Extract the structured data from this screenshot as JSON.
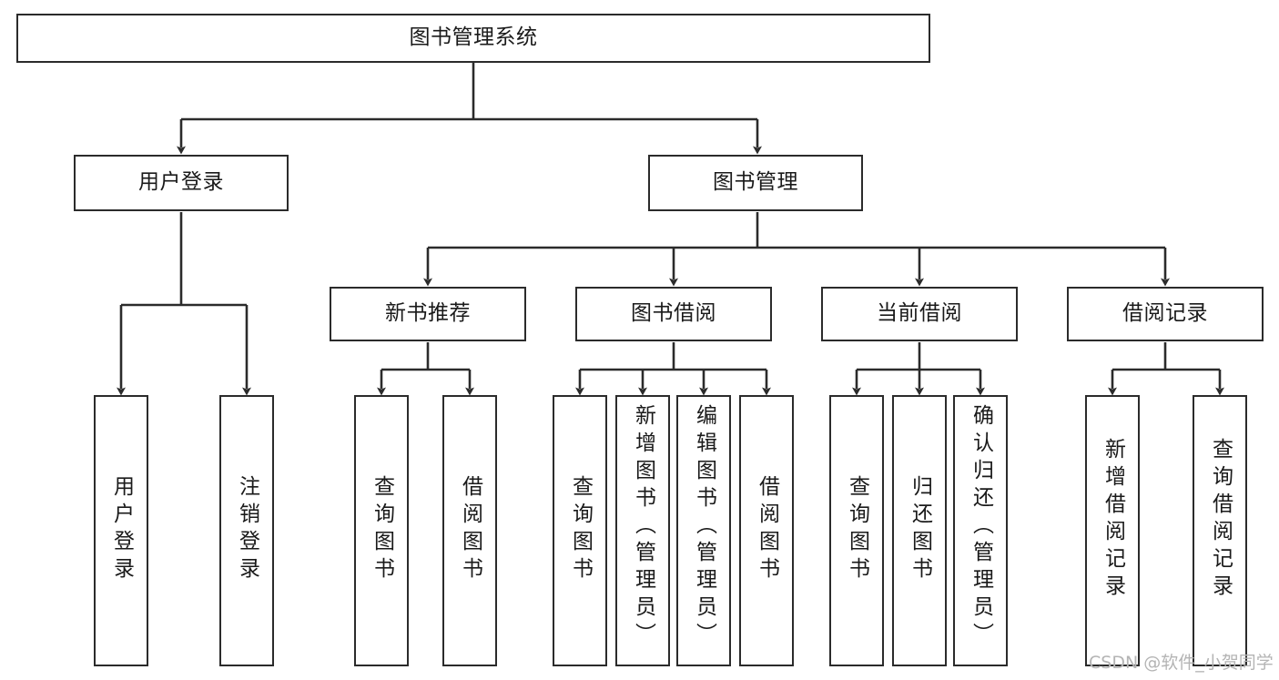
{
  "diagram": {
    "type": "tree",
    "title": "图书管理系统",
    "background_color": "#ffffff",
    "line_color": "#2b2b2b",
    "text_color": "#1a1a1a",
    "watermark": "CSDN @软件_小贺同学",
    "watermark_color": "#b4b4b4",
    "levels": [
      {
        "level": 0,
        "nodes": [
          {
            "id": "root",
            "label": "图书管理系统"
          }
        ]
      },
      {
        "level": 1,
        "nodes": [
          {
            "id": "l1-0",
            "label": "用户登录",
            "parent": "root"
          },
          {
            "id": "l1-1",
            "label": "图书管理",
            "parent": "root"
          }
        ]
      },
      {
        "level": 2,
        "nodes": [
          {
            "id": "l2-0",
            "label": "新书推荐",
            "parent": "l1-1"
          },
          {
            "id": "l2-1",
            "label": "图书借阅",
            "parent": "l1-1"
          },
          {
            "id": "l2-2",
            "label": "当前借阅",
            "parent": "l1-1"
          },
          {
            "id": "l2-3",
            "label": "借阅记录",
            "parent": "l1-1"
          }
        ]
      },
      {
        "level": 3,
        "nodes": [
          {
            "id": "l3-0",
            "label": "用户登录",
            "parent": "l1-0"
          },
          {
            "id": "l3-1",
            "label": "注销登录",
            "parent": "l1-0"
          },
          {
            "id": "l3-2",
            "label": "查询图书",
            "parent": "l2-0"
          },
          {
            "id": "l3-3",
            "label": "借阅图书",
            "parent": "l2-0"
          },
          {
            "id": "l3-4",
            "label": "查询图书",
            "parent": "l2-1"
          },
          {
            "id": "l3-5",
            "label": "新增图书（管理员）",
            "parent": "l2-1"
          },
          {
            "id": "l3-6",
            "label": "编辑图书（管理员）",
            "parent": "l2-1"
          },
          {
            "id": "l3-7",
            "label": "借阅图书",
            "parent": "l2-1"
          },
          {
            "id": "l3-8",
            "label": "查询图书",
            "parent": "l2-2"
          },
          {
            "id": "l3-9",
            "label": "归还图书",
            "parent": "l2-2"
          },
          {
            "id": "l3-10",
            "label": "确认归还（管理员）",
            "parent": "l2-2"
          },
          {
            "id": "l3-11",
            "label": "新增借阅记录",
            "parent": "l2-3"
          },
          {
            "id": "l3-12",
            "label": "查询借阅记录",
            "parent": "l2-3"
          }
        ]
      }
    ]
  }
}
